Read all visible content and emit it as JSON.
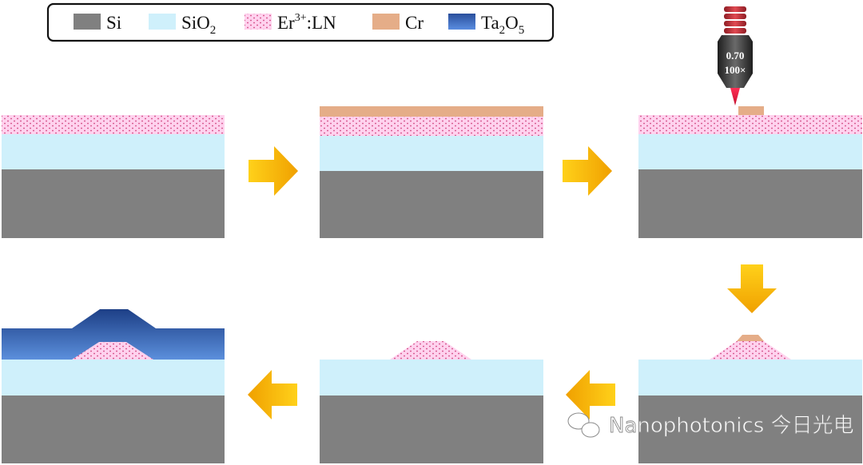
{
  "legend": {
    "items": [
      {
        "label": "Si",
        "color": "#808080"
      },
      {
        "label": "SiO",
        "sub": "2",
        "color": "#cff0fb"
      },
      {
        "label": "Er",
        "sup": "3+",
        "suffix": ":LN",
        "color": "#ffd2ee",
        "pattern": "dots"
      },
      {
        "label": "Cr",
        "color": "#e5ad88"
      },
      {
        "label": "Ta",
        "sub": "2",
        "label2": "O",
        "sub2": "5",
        "color": "#2f5ba8"
      }
    ]
  },
  "objective": {
    "na": "0.70",
    "mag": "100×"
  },
  "colors": {
    "si": "#808080",
    "sio2": "#cff0fb",
    "ln": "#ffd2ee",
    "ln_dots": "#d0407c",
    "cr": "#e5ad88",
    "ta2o5_top": "#1d3f86",
    "ta2o5_bottom": "#5b8fdc",
    "arrow_light": "#ffd11a",
    "arrow_dark": "#f0a000"
  },
  "watermark": {
    "text": "Nanophotonics 今日光电"
  }
}
